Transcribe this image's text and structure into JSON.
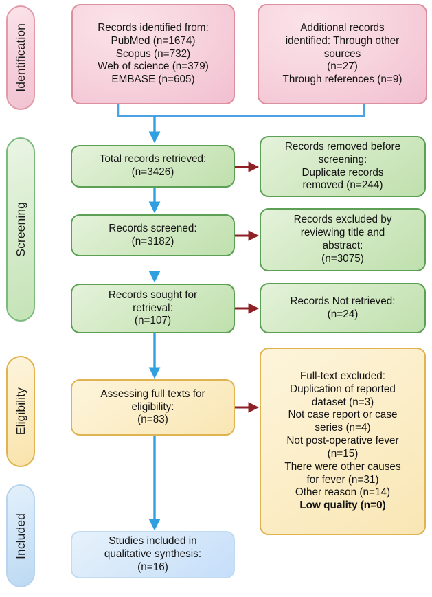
{
  "diagram": {
    "title": "PRISMA study selection flow diagram",
    "colors": {
      "identification": "#f2bfd0",
      "screening": "#bfe0ad",
      "eligibility": "#f9e6b4",
      "included": "#c5defa",
      "flow_arrow": "#2f9fe0",
      "exclusion_arrow": "#8f2026"
    }
  },
  "phases": [
    {
      "id": "identification",
      "label": "Identification"
    },
    {
      "id": "screening",
      "label": "Screening"
    },
    {
      "id": "eligibility",
      "label": "Eligibility"
    },
    {
      "id": "included",
      "label": "Included"
    }
  ],
  "boxes": {
    "records_identified": {
      "text": "Records identified from:\nPubMed (n=1674)\nScopus (n=732)\nWeb of science (n=379)\nEMBASE (n=605)"
    },
    "additional_records": {
      "text": "Additional records\nidentified: Through other\nsources\n(n=27)\nThrough references (n=9)"
    },
    "total_retrieved": {
      "text": "Total records retrieved:\n(n=3426)"
    },
    "removed_before_screening": {
      "text": "Records removed before\nscreening:\nDuplicate records\nremoved (n=244)"
    },
    "records_screened": {
      "text": "Records screened:\n(n=3182)"
    },
    "records_excluded": {
      "text": "Records excluded by\nreviewing title and\nabstract:\n(n=3075)"
    },
    "sought_for_retrieval": {
      "text": "Records sought for\nretrieval:\n(n=107)"
    },
    "not_retrieved": {
      "text": "Records Not retrieved:\n(n=24)"
    },
    "assessing_full_texts": {
      "text": "Assessing full texts for\neligibility:\n(n=83)"
    },
    "full_text_excluded": {
      "lines": "Full-text excluded:\nDuplication of reported\ndataset (n=3)\nNot case report or case\nseries (n=4)\nNot post-operative fever\n(n=15)\nThere were other causes\nfor fever (n=31)\nOther reason (n=14)",
      "emphasis": "Low quality (n=0)"
    },
    "studies_included": {
      "text": "Studies included in\nqualitative synthesis:\n(n=16)"
    }
  }
}
